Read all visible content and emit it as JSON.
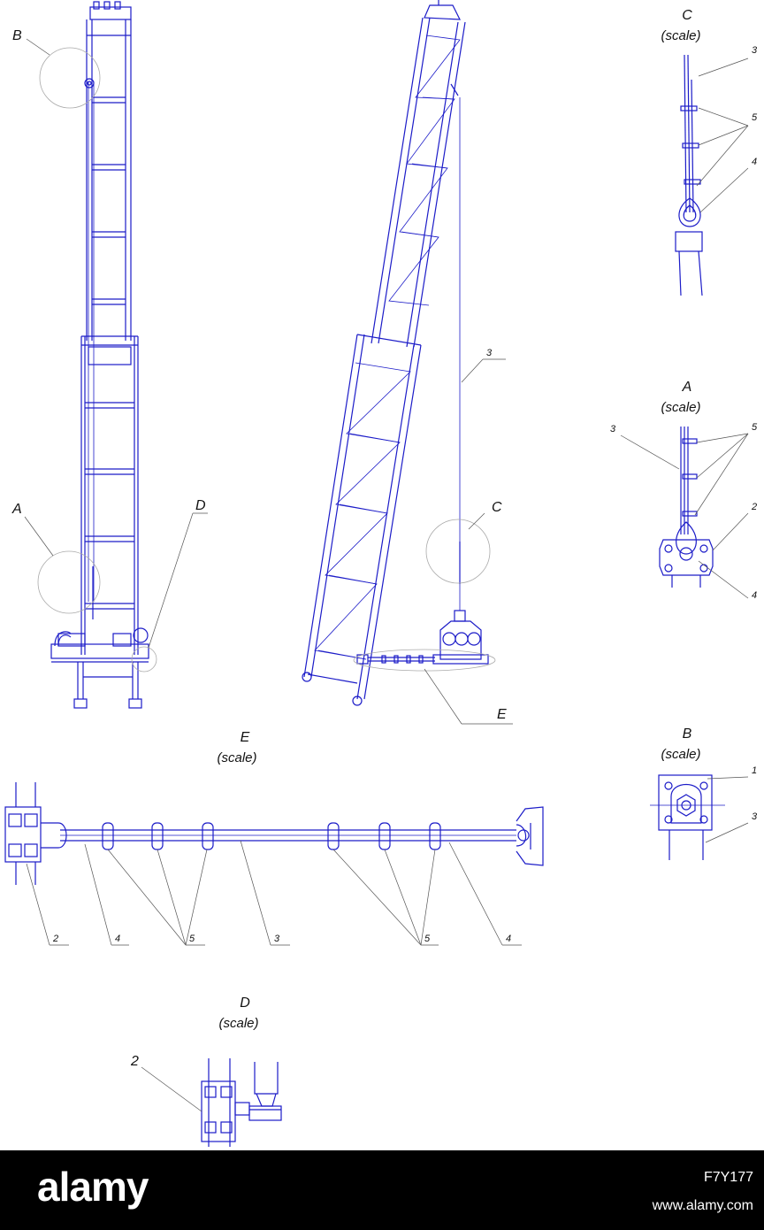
{
  "views": {
    "C": {
      "title": "C",
      "scale": "(scale)"
    },
    "A": {
      "title": "A",
      "scale": "(scale)"
    },
    "B": {
      "title": "B",
      "scale": "(scale)"
    },
    "E": {
      "title": "E",
      "scale": "(scale)"
    },
    "D": {
      "title": "D",
      "scale": "(scale)"
    }
  },
  "callouts": {
    "B": "B",
    "A": "A",
    "D": "D",
    "C": "C",
    "E": "E",
    "n1": "1",
    "n2": "2",
    "n3": "3",
    "n4": "4",
    "n5": "5"
  },
  "footer": {
    "brand": "alamy",
    "image_id": "F7Y177",
    "site": "www.alamy.com"
  },
  "colors": {
    "line": "#1c1cc8",
    "leader": "#555555",
    "detail_circle": "#aaaaaa",
    "footer_bg": "#000000"
  }
}
